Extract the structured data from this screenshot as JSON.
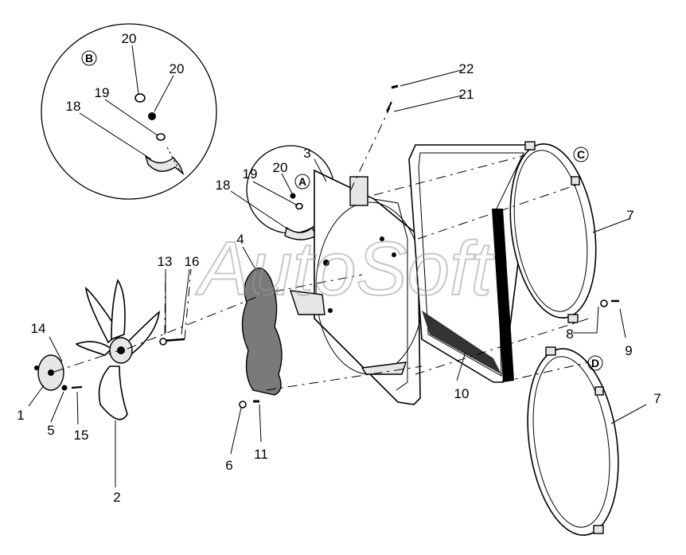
{
  "watermark": "AutoSoft",
  "detail_markers": {
    "A": "A",
    "B": "B",
    "C": "C",
    "D": "D"
  },
  "part_labels": {
    "p1": "1",
    "p2": "2",
    "p3": "3",
    "p4": "4",
    "p5": "5",
    "p6": "6",
    "p7_top": "7",
    "p7_bottom": "7",
    "p8": "8",
    "p9": "9",
    "p10": "10",
    "p11": "11",
    "p13": "13",
    "p14": "14",
    "p15": "15",
    "p16": "16",
    "p18_detailB": "18",
    "p18_detailA": "18",
    "p19_detailB": "19",
    "p19_detailA": "19",
    "p20_detailB_top": "20",
    "p20_detailB_right": "20",
    "p20_detailA": "20",
    "p21": "21",
    "p22": "22"
  }
}
